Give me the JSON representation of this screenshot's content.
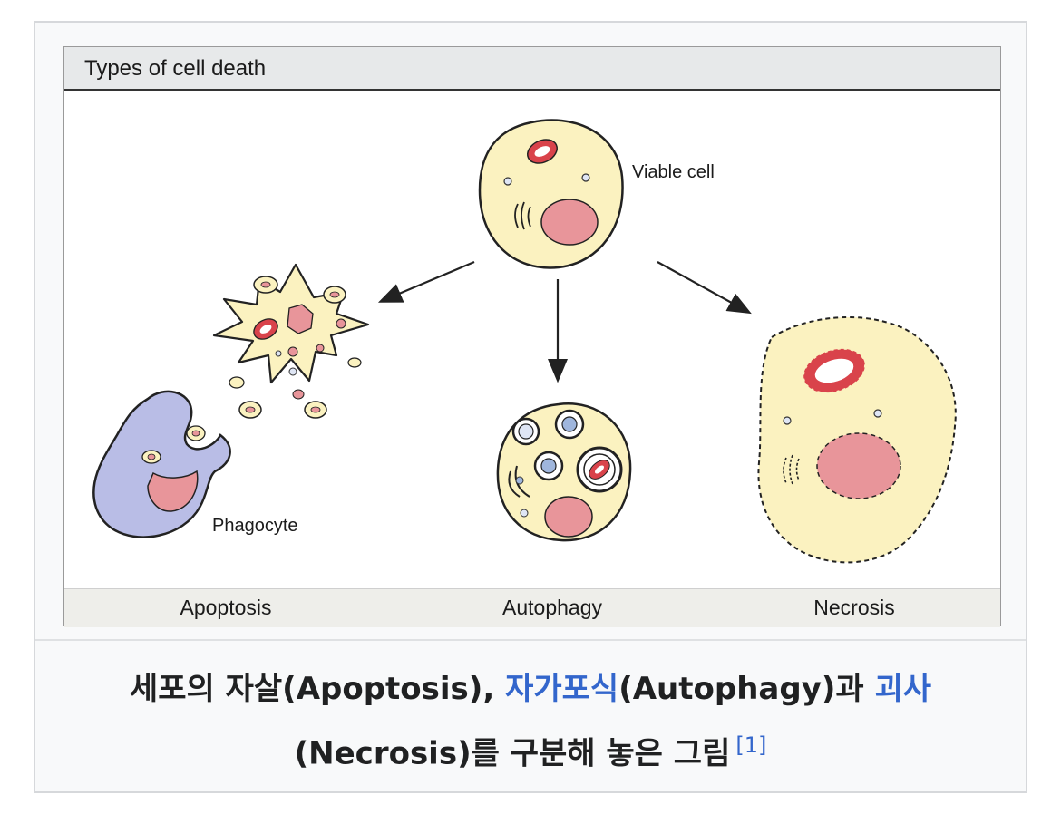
{
  "figure": {
    "title": "Types of cell death",
    "annotations": {
      "viable": "Viable cell",
      "phagocyte": "Phagocyte"
    },
    "panels": [
      "Apoptosis",
      "Autophagy",
      "Necrosis"
    ]
  },
  "caption": {
    "part1": "세포의 자살(Apoptosis), ",
    "link1": "자가포식",
    "part2": "(Autophagy)과 ",
    "link2": "괴사",
    "part3": "(Necrosis)를 구분해 놓은 그림",
    "reference": "[1]"
  },
  "colors": {
    "cell_fill": "#fbf2c0",
    "nucleus": "#e8959a",
    "phagocyte": "#b9bde6",
    "mitochondria": "#d9434b",
    "link": "#3366cc"
  }
}
